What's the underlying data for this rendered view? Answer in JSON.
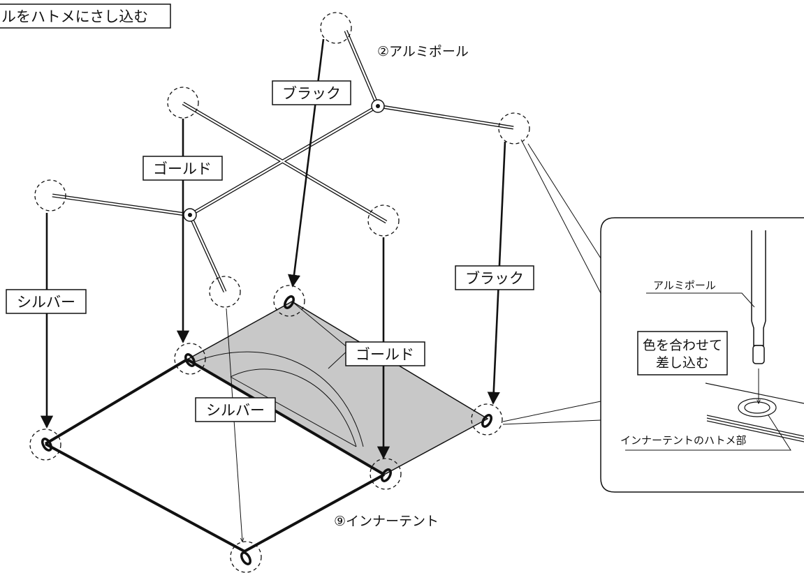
{
  "title_fragment": "ルをハトメにさし込む",
  "pole": {
    "label": "②アルミポール"
  },
  "tent": {
    "label": "⑨インナーテント"
  },
  "colors": {
    "black_label": "ブラック",
    "gold_label": "ゴールド",
    "silver_label": "シルバー"
  },
  "detail": {
    "pole_label": "アルミポール",
    "instruction_line1": "色を合わせて",
    "instruction_line2": "差し込む",
    "grommet_label": "インナーテントのハトメ部"
  },
  "style": {
    "tent_fill": "#c8c8c8",
    "ink": "#111111"
  }
}
